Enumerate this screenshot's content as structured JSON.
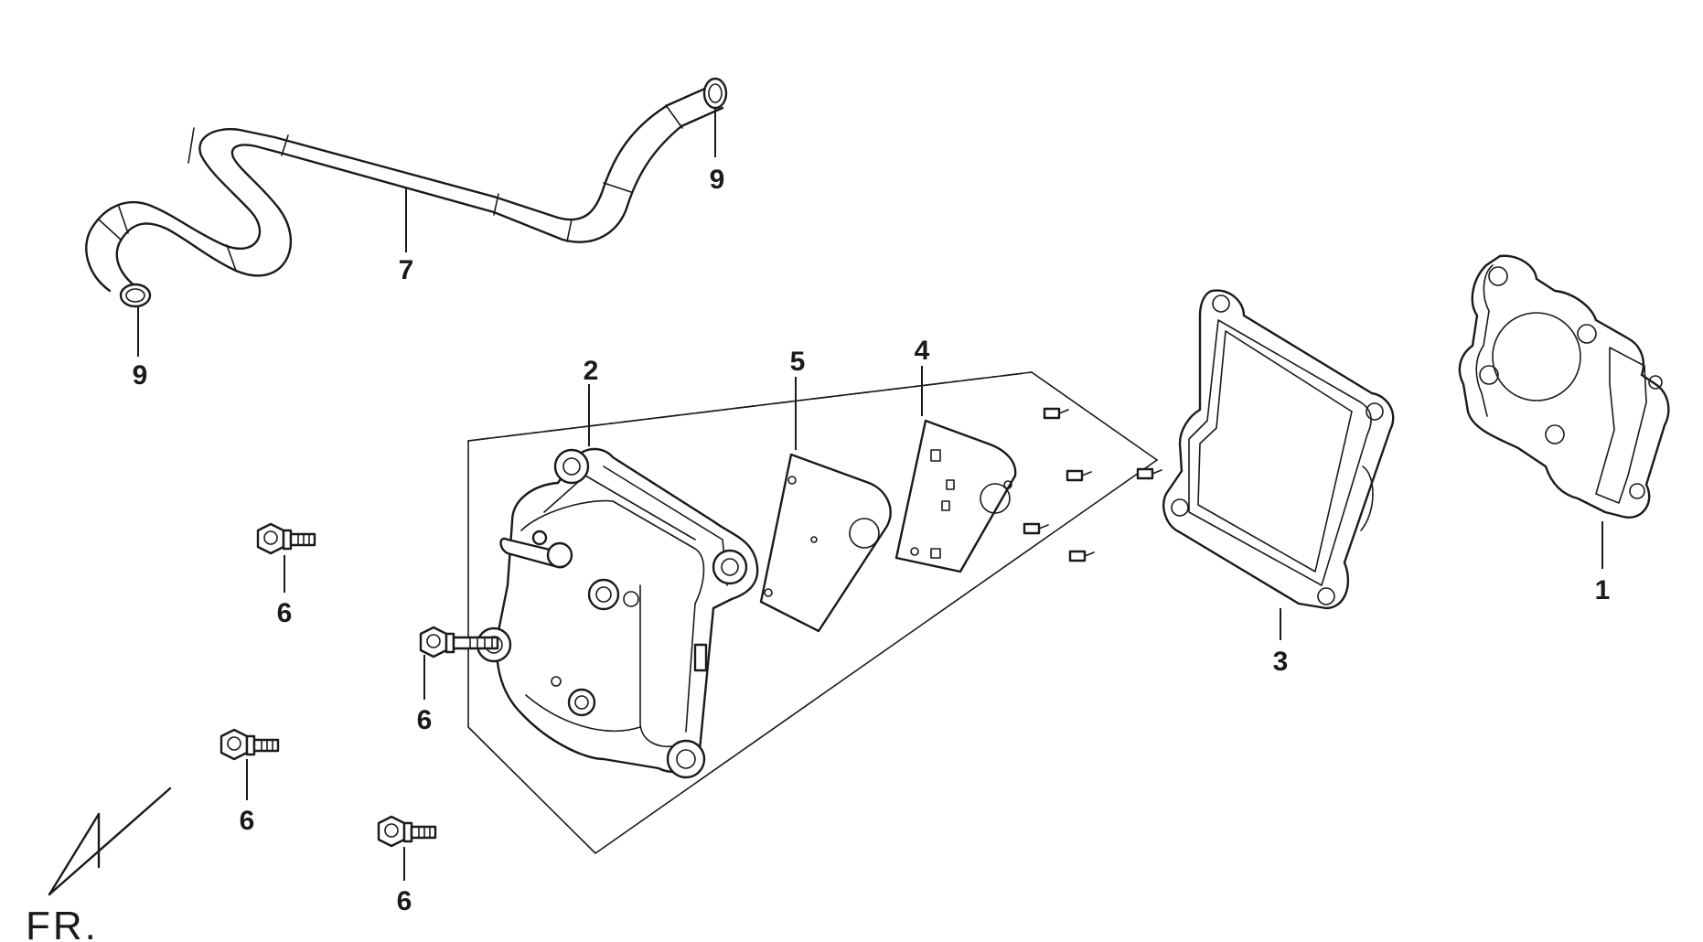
{
  "callouts": {
    "c1": "1",
    "c2": "2",
    "c3": "3",
    "c4": "4",
    "c5": "5",
    "c6a": "6",
    "c6b": "6",
    "c6c": "6",
    "c6d": "6",
    "c7": "7",
    "c9a": "9",
    "c9b": "9"
  },
  "direction_label": "FR.",
  "colors": {
    "line": "#1a1a1a",
    "background": "#ffffff"
  }
}
